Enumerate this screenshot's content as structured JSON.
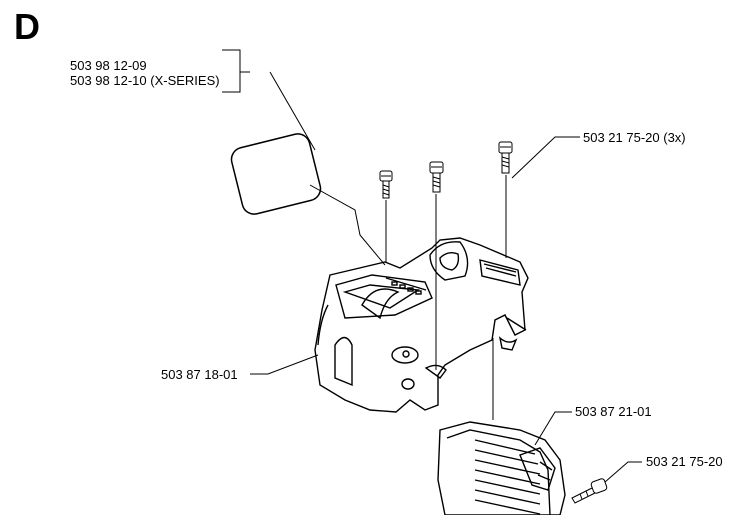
{
  "section_letter": "D",
  "callouts": {
    "decal_a": "503 98 12-09",
    "decal_b": "503 98 12-10 (X-SERIES)",
    "screw_set": "503 21 75-20 (3x)",
    "cover": "503 87 18-01",
    "plate": "503 87 21-01",
    "screw_single": "503 21 75-20"
  }
}
